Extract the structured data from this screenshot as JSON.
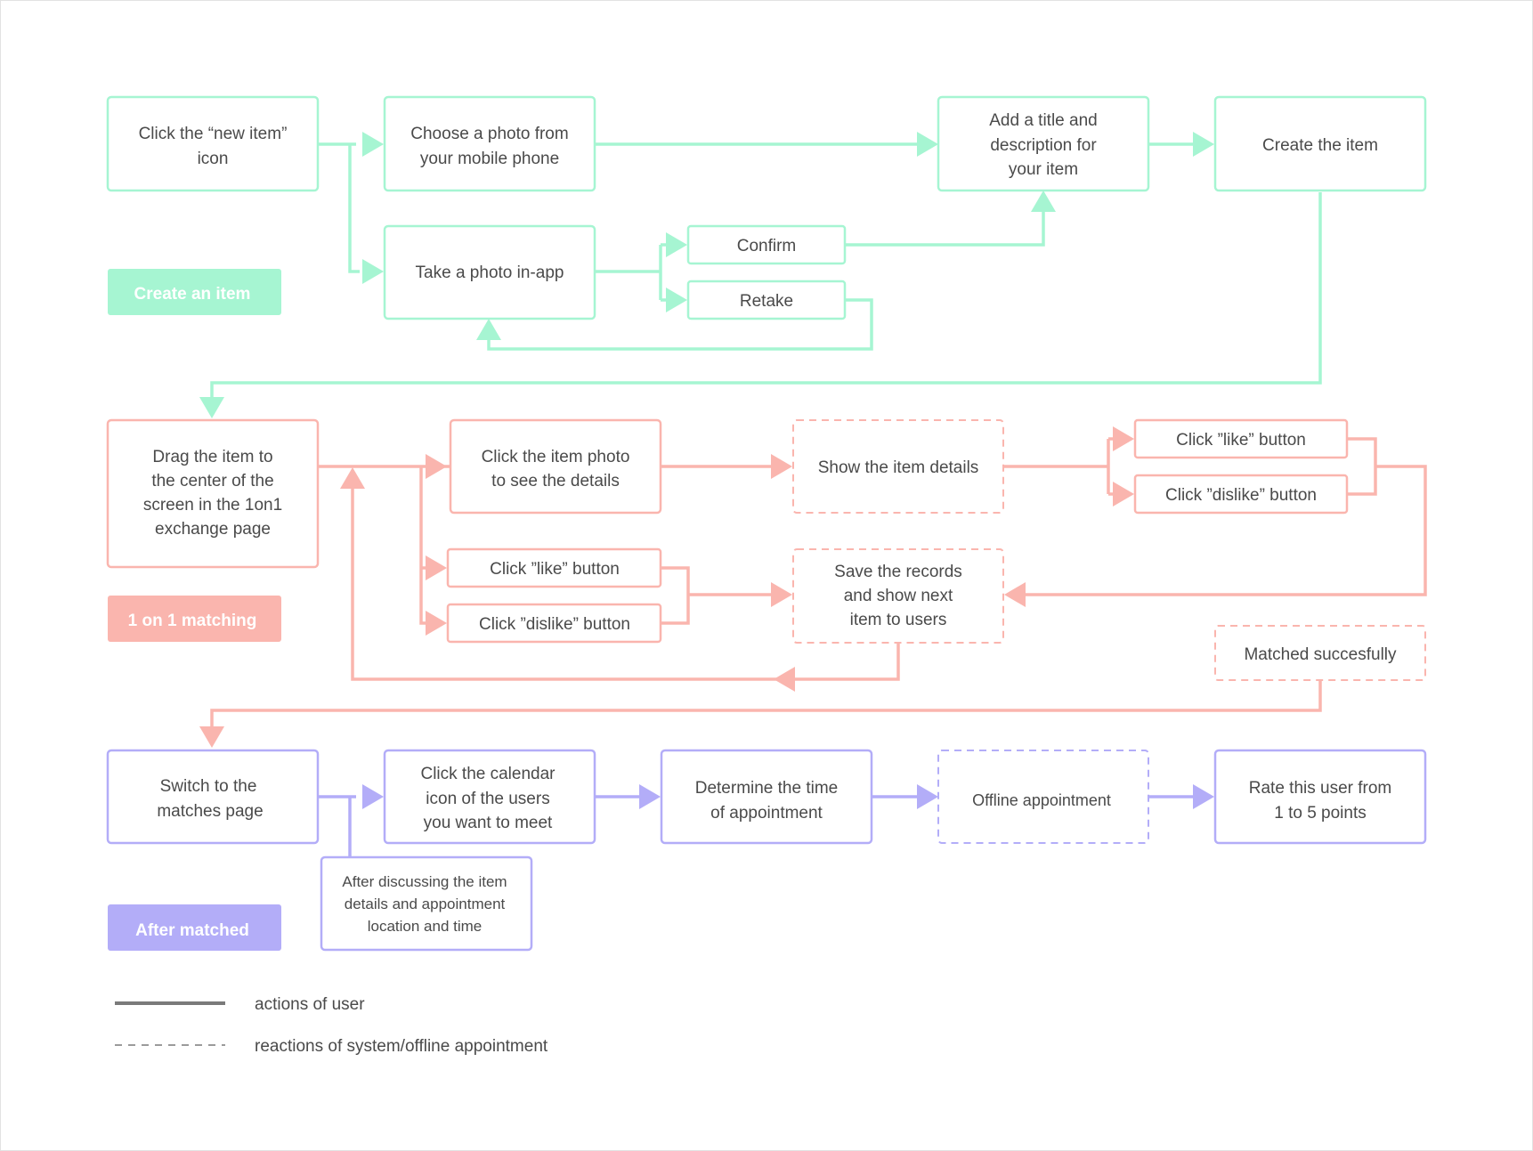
{
  "colors": {
    "create": "#a6f5d2",
    "matching": "#fab5ae",
    "after": "#b3adf8",
    "text": "#4a4a4a",
    "legend_line": "#7a7a7a"
  },
  "sections": {
    "create": "Create an item",
    "matching": "1 on 1 matching",
    "after": "After matched"
  },
  "create": {
    "new_item": [
      "Click the “new item”",
      "icon"
    ],
    "choose_photo": [
      "Choose a photo from",
      "your mobile phone"
    ],
    "add_title": [
      "Add a title and",
      "description for",
      "your item"
    ],
    "create_item": [
      "Create the item"
    ],
    "take_photo": [
      "Take a photo in-app"
    ],
    "confirm": [
      "Confirm"
    ],
    "retake": [
      "Retake"
    ]
  },
  "matching": {
    "drag_item": [
      "Drag the item to",
      "the center of the",
      "screen in the 1on1",
      "exchange page"
    ],
    "click_photo": [
      "Click the item photo",
      "to see the details"
    ],
    "show_details": [
      "Show the item details"
    ],
    "like_right": [
      "Click ”like” button"
    ],
    "dislike_right": [
      "Click ”dislike” button"
    ],
    "like_left": [
      "Click ”like” button"
    ],
    "dislike_left": [
      "Click ”dislike” button"
    ],
    "save_records": [
      "Save the records",
      "and show next",
      "item to users"
    ],
    "matched": [
      "Matched succesfully"
    ]
  },
  "after": {
    "switch_matches": [
      "Switch to the",
      "matches page"
    ],
    "click_calendar": [
      "Click the calendar",
      "icon of the users",
      "you want to meet"
    ],
    "determine_time": [
      "Determine the time",
      "of appointment"
    ],
    "offline": [
      "Offline appointment"
    ],
    "rate_user": [
      "Rate this user from",
      "1 to 5 points"
    ],
    "discussing": [
      "After discussing the item",
      "details and appointment",
      "location and time"
    ]
  },
  "legend": {
    "solid": "actions of user",
    "dashed": "reactions of system/offline appointment"
  }
}
